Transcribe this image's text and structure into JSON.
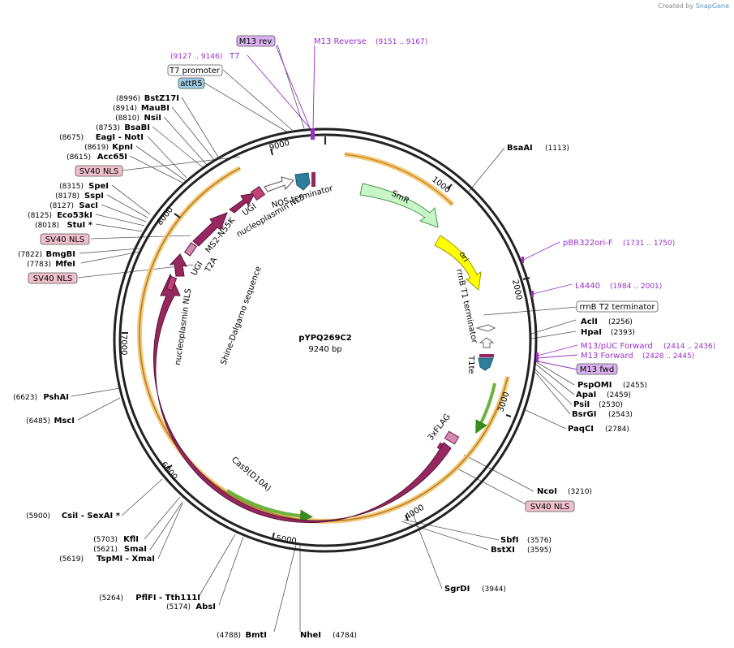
{
  "credit": {
    "prefix": "Created by",
    "brand": "SnapGene"
  },
  "plasmid": {
    "name": "pYPQ269C2",
    "length": "9240 bp"
  },
  "ticks": [
    "1000",
    "2000",
    "3000",
    "4000",
    "5000",
    "6000",
    "7000",
    "8000",
    "9000"
  ],
  "features": {
    "smr": "SmR",
    "ori": "ori",
    "rrnb_t1": "rrnB T1 terminator",
    "t1te": "T1te",
    "flag": "3xFLAG",
    "cas9": "Cas9(D10A)",
    "nls_left": "nucleoplasmin NLS",
    "shine": "Shine-Dalgarno sequence",
    "ugi1": "UGI",
    "t2a": "T2A",
    "ms2": "MS2-N55K",
    "ugi2": "UGI",
    "nls_top": "nucleoplasmin NLS",
    "nos": "NOS terminator"
  },
  "sites": [
    {
      "name": "BsaAI",
      "pos": "(1113)"
    },
    {
      "name": "AclI",
      "pos": "(2256)"
    },
    {
      "name": "HpaI",
      "pos": "(2393)"
    },
    {
      "name": "PspOMI",
      "pos": "(2455)"
    },
    {
      "name": "ApaI",
      "pos": "(2459)"
    },
    {
      "name": "PsiI",
      "pos": "(2530)"
    },
    {
      "name": "BsrGI",
      "pos": "(2543)"
    },
    {
      "name": "PaqCI",
      "pos": "(2784)"
    },
    {
      "name": "NcoI",
      "pos": "(3210)"
    },
    {
      "name": "SbfI",
      "pos": "(3576)"
    },
    {
      "name": "BstXI",
      "pos": "(3595)"
    },
    {
      "name": "SgrDI",
      "pos": "(3944)"
    },
    {
      "name": "NheI",
      "pos": "(4784)"
    },
    {
      "name": "BmtI",
      "pos": "(4788)"
    },
    {
      "name": "AbsI",
      "pos": "(5174)"
    },
    {
      "name": "PflFI - Tth111I",
      "pos": "(5264)"
    },
    {
      "name": "TspMI - XmaI",
      "pos": "(5619)"
    },
    {
      "name": "SmaI",
      "pos": "(5621)"
    },
    {
      "name": "KflI",
      "pos": "(5703)"
    },
    {
      "name": "CsiI - SexAI *",
      "pos": "(5900)"
    },
    {
      "name": "MscI",
      "pos": "(6485)"
    },
    {
      "name": "PshAI",
      "pos": "(6623)"
    },
    {
      "name": "MfeI",
      "pos": "(7783)"
    },
    {
      "name": "BmgBI",
      "pos": "(7822)"
    },
    {
      "name": "StuI *",
      "pos": "(8018)"
    },
    {
      "name": "Eco53kI",
      "pos": "(8125)"
    },
    {
      "name": "SacI",
      "pos": "(8127)"
    },
    {
      "name": "SspI",
      "pos": "(8178)"
    },
    {
      "name": "SpeI",
      "pos": "(8315)"
    },
    {
      "name": "Acc65I",
      "pos": "(8615)"
    },
    {
      "name": "KpnI",
      "pos": "(8619)"
    },
    {
      "name": "EagI - NotI",
      "pos": "(8675)"
    },
    {
      "name": "BsaBI",
      "pos": "(8753)"
    },
    {
      "name": "NsiI",
      "pos": "(8810)"
    },
    {
      "name": "MauBI",
      "pos": "(8914)"
    },
    {
      "name": "BstZ17I",
      "pos": "(8996)"
    }
  ],
  "primers": [
    {
      "name": "M13 rev"
    },
    {
      "name": "M13 Reverse",
      "pos": "(9151 .. 9167)"
    },
    {
      "name": "T7",
      "pos": "(9127 .. 9146)"
    },
    {
      "name": "pBR322ori-F",
      "pos": "(1731 .. 1750)"
    },
    {
      "name": "L4440",
      "pos": "(1984 .. 2001)"
    },
    {
      "name": "M13/pUC Forward",
      "pos": "(2414 .. 2436)"
    },
    {
      "name": "M13 Forward",
      "pos": "(2428 .. 2445)"
    },
    {
      "name": "M13 fwd"
    }
  ],
  "boxed": {
    "t7_promoter": "T7 promoter",
    "attr5": "attR5",
    "sv40_1": "SV40 NLS",
    "sv40_2": "SV40 NLS",
    "sv40_3": "SV40 NLS",
    "sv40_4": "SV40 NLS",
    "rrnb_t2": "rrnB T2 terminator"
  },
  "colors": {
    "cas9": "#96285f",
    "smr": "#c8f5c8",
    "ori": "#ffff00",
    "teal": "#2e7d9a",
    "orange_glow": "#f5c97a",
    "green_arc": "#6cb33e",
    "primer": "#9b30c9",
    "sv40_box": "#f0c0cc",
    "attr_box": "#9ecbe0"
  }
}
